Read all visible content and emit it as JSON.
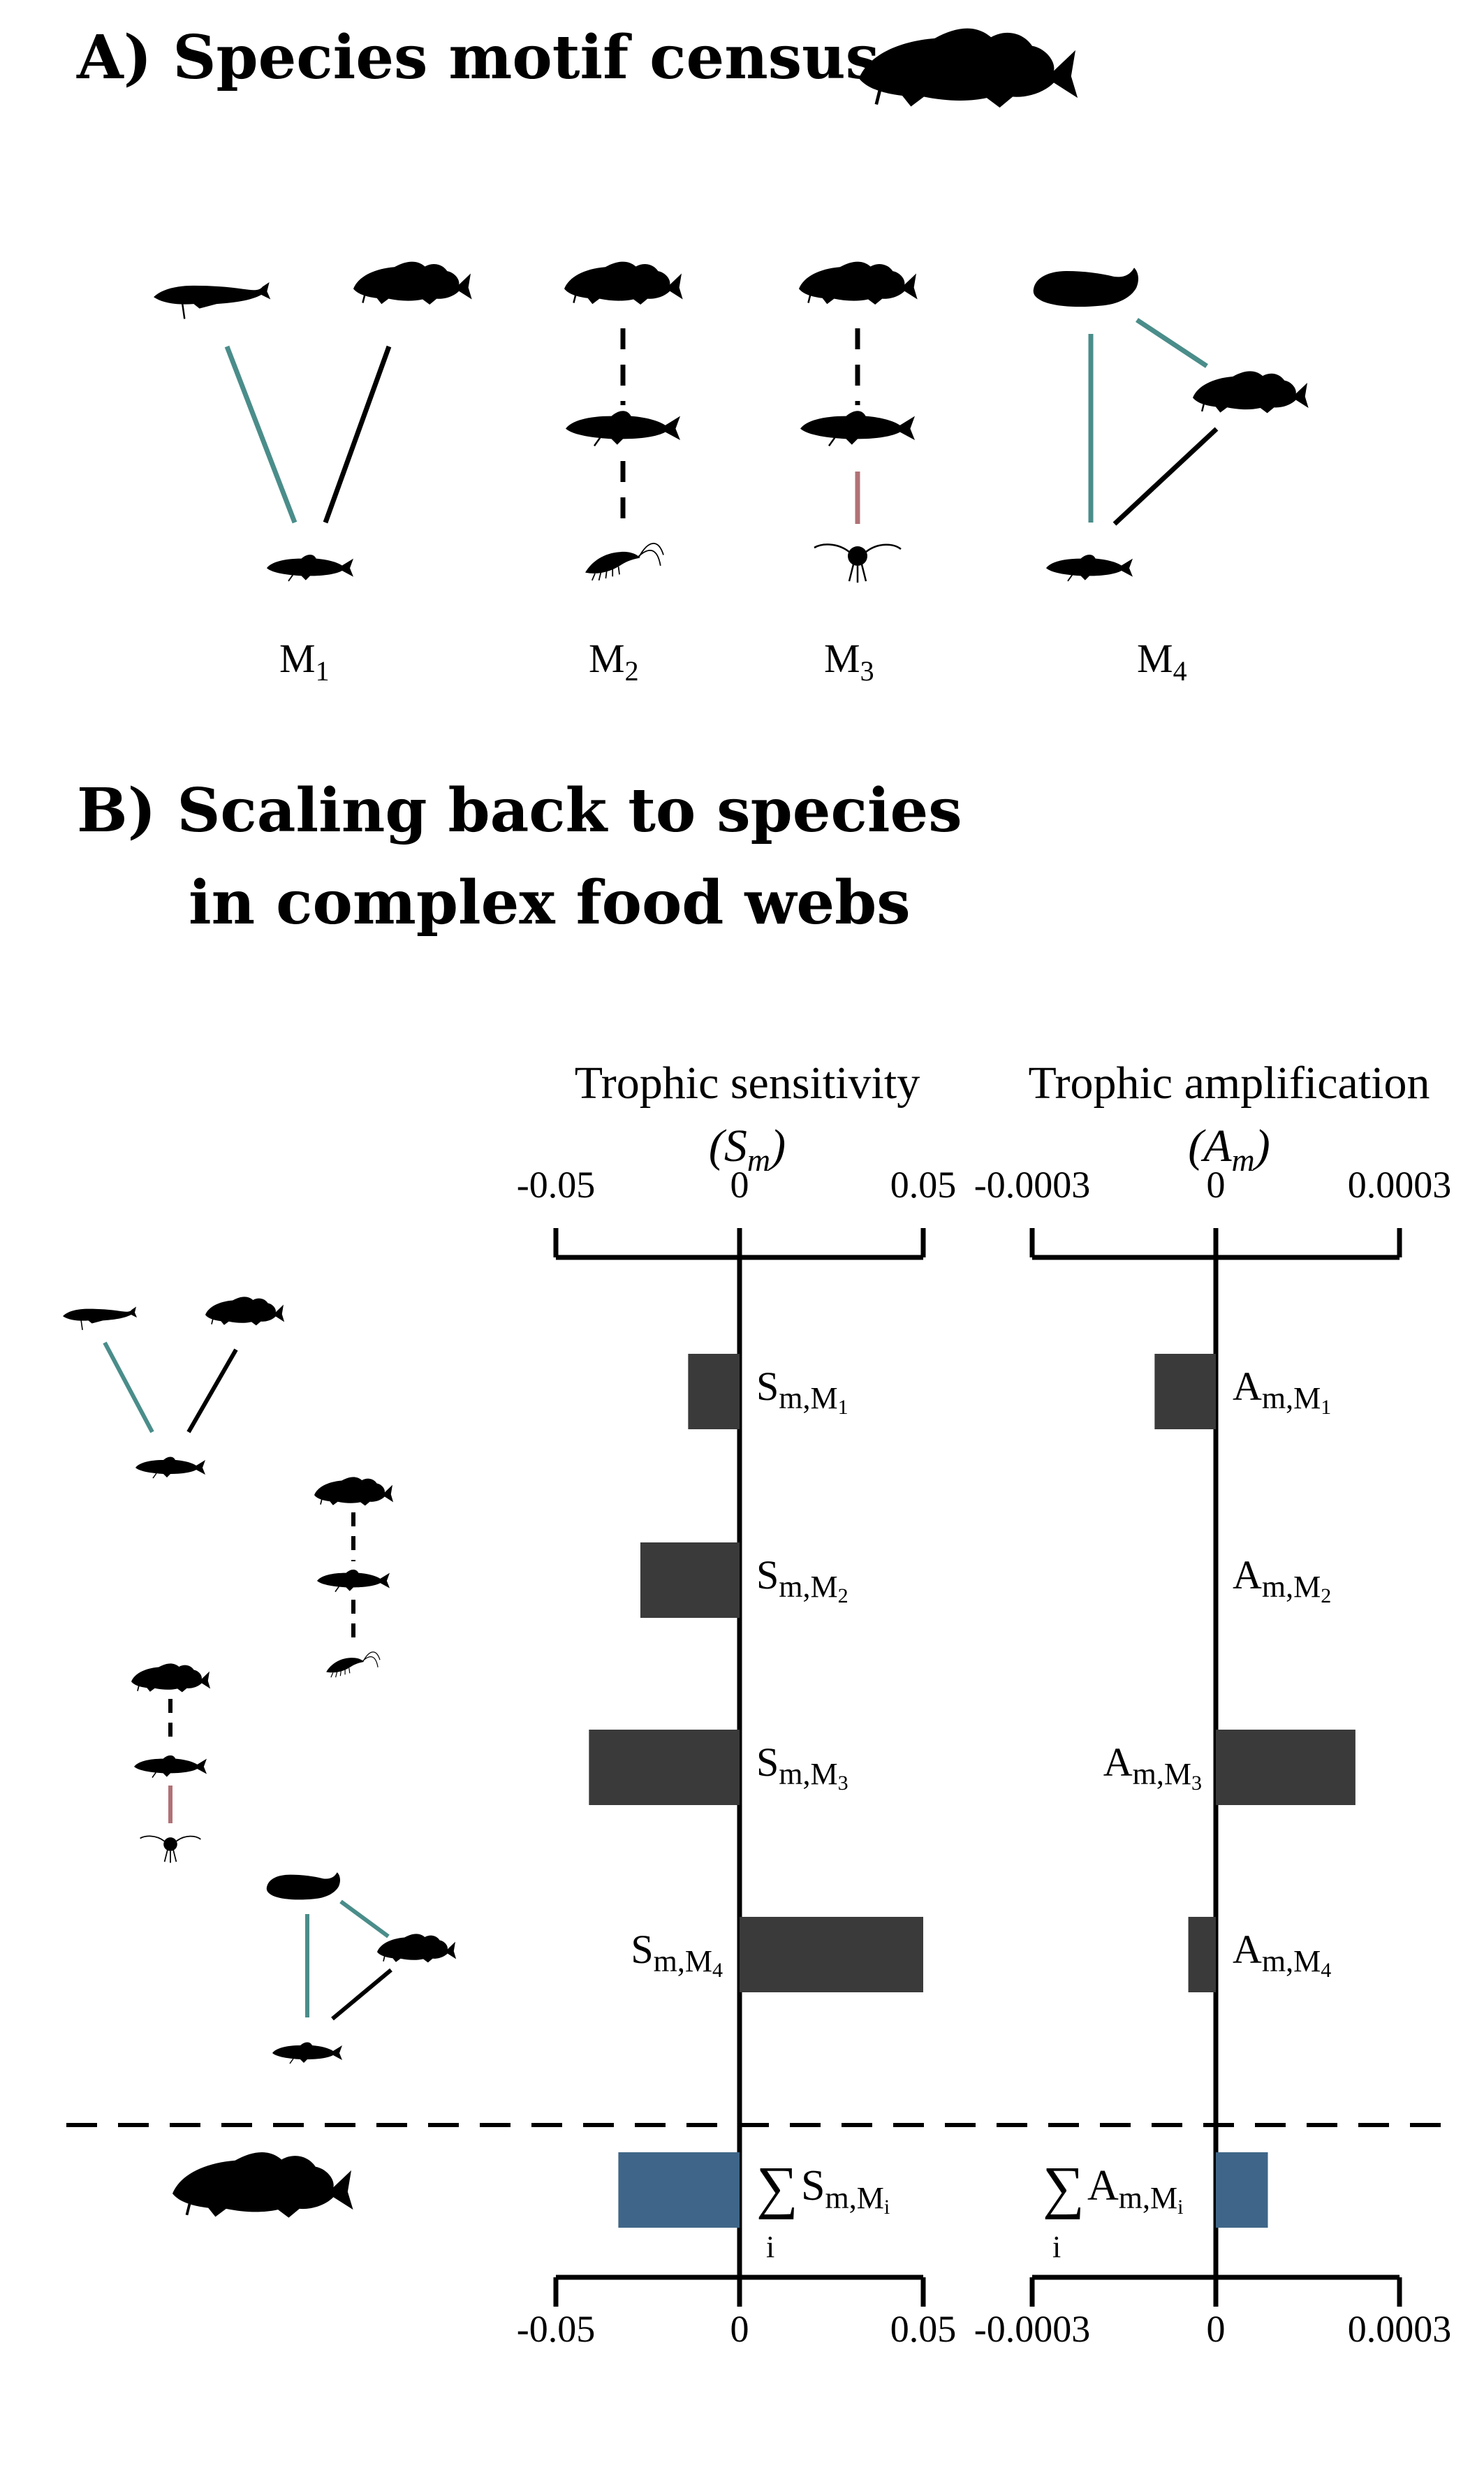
{
  "panel_a": {
    "title": "A) Species motif census",
    "motifs": [
      {
        "label": "M",
        "sub": "1"
      },
      {
        "label": "M",
        "sub": "2"
      },
      {
        "label": "M",
        "sub": "3"
      },
      {
        "label": "M",
        "sub": "4"
      }
    ]
  },
  "panel_b": {
    "title_line1": "B) Scaling back to species",
    "title_line2": "in complex food webs"
  },
  "colors": {
    "teal": "#4a8d8a",
    "pink": "#b07276",
    "bar": "#3a3a3a",
    "bar_sum": "#3f6688",
    "ink": "#000000"
  },
  "icons": [
    "whale-icon",
    "cod-icon",
    "capelin-icon",
    "shrimp-icon",
    "copepod-icon",
    "seal-icon"
  ],
  "chart_data": [
    {
      "type": "bar",
      "orientation": "horizontal",
      "title": "Trophic sensitivity",
      "title_symbol": "(S",
      "title_symbol_sub": "m",
      "title_symbol_close": ")",
      "xlim": [
        -0.05,
        0.05
      ],
      "ticks": [
        "-0.05",
        "0",
        "0.05"
      ],
      "categories": [
        "M1",
        "M2",
        "M3",
        "M4"
      ],
      "bar_labels": [
        {
          "main": "S",
          "sub": "m,M",
          "subsub": "1"
        },
        {
          "main": "S",
          "sub": "m,M",
          "subsub": "2"
        },
        {
          "main": "S",
          "sub": "m,M",
          "subsub": "3"
        },
        {
          "main": "S",
          "sub": "m,M",
          "subsub": "4"
        }
      ],
      "values": [
        -0.014,
        -0.027,
        -0.041,
        0.05
      ],
      "sum_label": {
        "sigma": "∑",
        "index": "i",
        "main": "S",
        "sub": "m,M",
        "subsub": "i"
      },
      "sum_value": -0.033
    },
    {
      "type": "bar",
      "orientation": "horizontal",
      "title": "Trophic amplification",
      "title_symbol": "(A",
      "title_symbol_sub": "m",
      "title_symbol_close": ")",
      "xlim": [
        -0.0003,
        0.0003
      ],
      "ticks": [
        "-0.0003",
        "0",
        "0.0003"
      ],
      "categories": [
        "M1",
        "M2",
        "M3",
        "M4"
      ],
      "bar_labels": [
        {
          "main": "A",
          "sub": "m,M",
          "subsub": "1"
        },
        {
          "main": "A",
          "sub": "m,M",
          "subsub": "2"
        },
        {
          "main": "A",
          "sub": "m,M",
          "subsub": "3"
        },
        {
          "main": "A",
          "sub": "m,M",
          "subsub": "4"
        }
      ],
      "values": [
        -0.0001,
        0.0,
        0.000228,
        -4.5e-05
      ],
      "sum_label": {
        "sigma": "∑",
        "index": "i",
        "main": "A",
        "sub": "m,M",
        "subsub": "i"
      },
      "sum_value": 8.5e-05
    }
  ]
}
